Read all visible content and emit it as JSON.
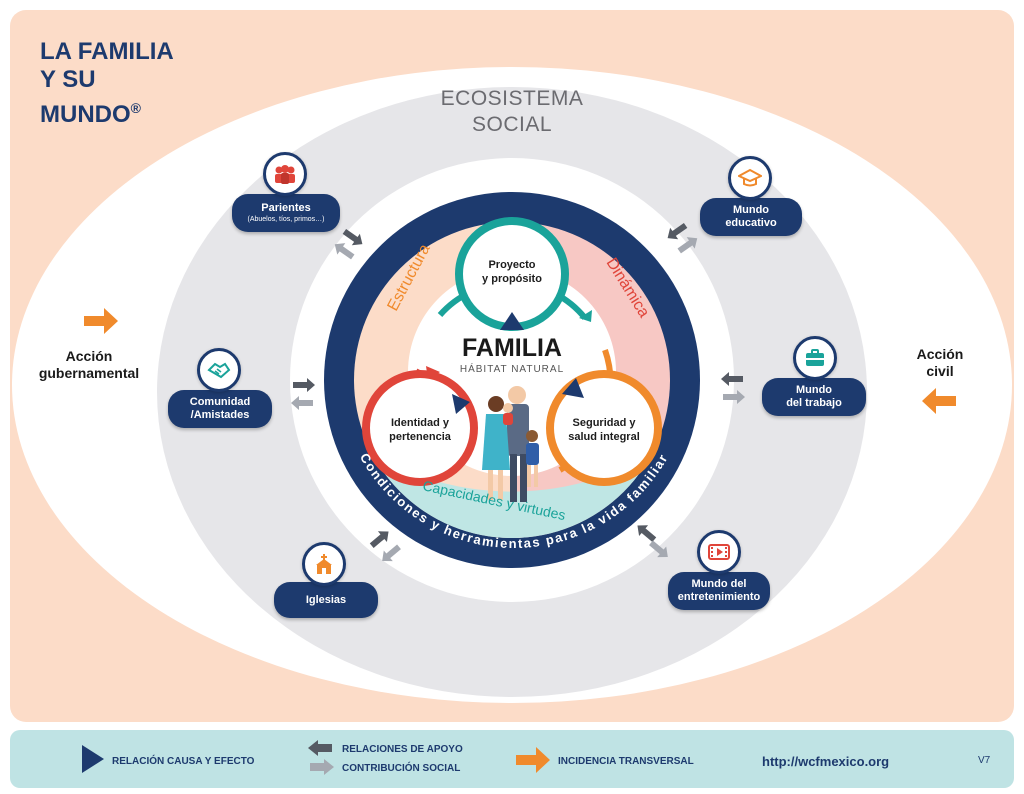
{
  "title": {
    "line1": "LA FAMILIA",
    "line2": "Y SU",
    "line3": "MUNDO",
    "mark": "®"
  },
  "ecosystem": {
    "line1": "ECOSISTEMA",
    "line2": "SOCIAL"
  },
  "left_action": {
    "line1": "Acción",
    "line2": "gubernamental"
  },
  "right_action": {
    "line1": "Acción",
    "line2": "civil"
  },
  "nodes": {
    "parientes": {
      "label": "Parientes",
      "sub": "(Abuelos, tíos, primos…)",
      "icon": "people-icon"
    },
    "comunidad": {
      "line1": "Comunidad",
      "line2": "/Amistades",
      "icon": "handshake-icon"
    },
    "iglesias": {
      "label": "Iglesias",
      "icon": "church-icon"
    },
    "educativo": {
      "line1": "Mundo",
      "line2": "educativo",
      "icon": "graduation-cap-icon"
    },
    "trabajo": {
      "line1": "Mundo",
      "line2": "del trabajo",
      "icon": "briefcase-icon"
    },
    "entretenimiento": {
      "line1": "Mundo del",
      "line2": "entretenimiento",
      "icon": "film-icon"
    }
  },
  "center": {
    "familia": "FAMILIA",
    "habitat": "HÁBITAT NATURAL",
    "proyecto": {
      "line1": "Proyecto",
      "line2": "y propósito"
    },
    "identidad": {
      "line1": "Identidad y",
      "line2": "pertenencia"
    },
    "seguridad": {
      "line1": "Seguridad y",
      "line2": "salud integral"
    },
    "estructura": "Estructura",
    "dinamica": "Dinámica",
    "capacidades": "Capacidades y virtudes",
    "condiciones": "Condiciones y herramientas para la vida familiar"
  },
  "legend": {
    "causa": "RELACIÓN CAUSA Y EFECTO",
    "apoyo": "RELACIONES DE APOYO",
    "contribucion": "CONTRIBUCIÓN SOCIAL",
    "incidencia": "INCIDENCIA TRANSVERSAL",
    "url": "http://wcfmexico.org",
    "version": "V7"
  },
  "colors": {
    "navy": "#1d3a6e",
    "orange": "#f08a2c",
    "teal": "#1aa39a",
    "red": "#e0453a",
    "peach": "#fcdcc8",
    "gray": "#e6e6e9"
  }
}
